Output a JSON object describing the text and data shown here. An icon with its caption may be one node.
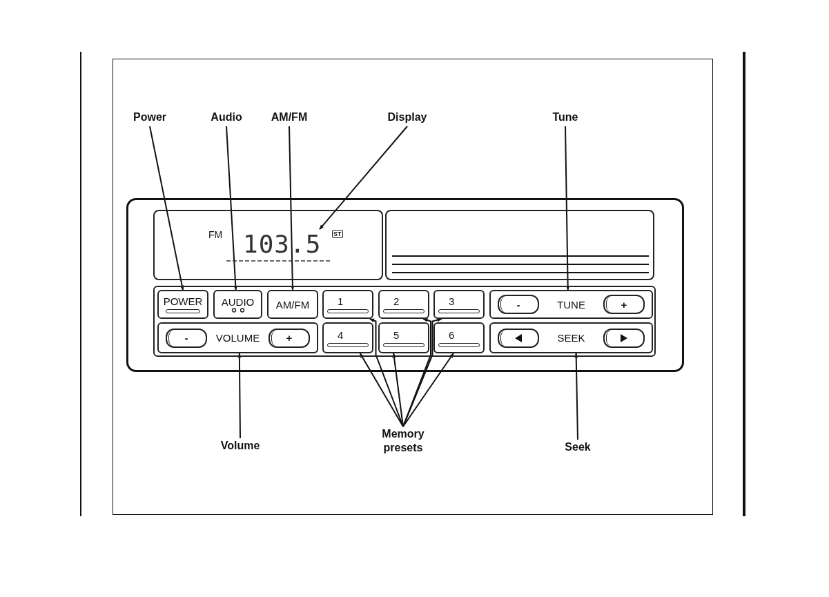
{
  "diagram": {
    "nodes": [
      {
        "text": [
          "Power"
        ]
      },
      {
        "text": [
          "Audio"
        ]
      },
      {
        "text": [
          "AM/FM"
        ]
      },
      {
        "text": [
          "Display"
        ]
      },
      {
        "text": [
          "Tune"
        ]
      },
      {
        "text": [],
        "shape": "box"
      },
      {
        "text": [
          "103.5"
        ],
        "in": 5
      },
      {
        "text": [
          "POWER"
        ],
        "in": 5
      },
      {
        "text": [
          "AUDIO"
        ],
        "in": 5
      },
      {
        "text": [
          "AM/FM"
        ],
        "in": 5
      },
      {
        "text": [
          "1"
        ],
        "in": 5
      },
      {
        "text": [
          "2"
        ],
        "in": 5
      },
      {
        "text": [
          "3"
        ],
        "in": 5
      },
      {
        "text": [
          "-",
          "TUNE",
          "+"
        ],
        "in": 5
      },
      {
        "text": [
          "-",
          "VOLUME",
          "+"
        ],
        "in": 5
      },
      {
        "text": [
          "4"
        ],
        "in": 5
      },
      {
        "text": [
          "5"
        ],
        "in": 5
      },
      {
        "text": [
          "6"
        ],
        "in": 5
      },
      {
        "text": [
          "SEEK"
        ],
        "in": 5
      },
      {
        "text": [
          "Volume"
        ]
      },
      {
        "text": [
          "Memory presets"
        ]
      },
      {
        "text": [
          "Seek"
        ]
      }
    ],
    "edges": [
      {
        "from": 0,
        "to": 7,
        "arrow": "to"
      },
      {
        "from": 1,
        "to": 8,
        "arrow": "to"
      },
      {
        "from": 2,
        "to": 9,
        "arrow": "to"
      },
      {
        "from": 3,
        "to": 6,
        "arrow": "to"
      },
      {
        "from": 4,
        "to": 13,
        "arrow": "to"
      },
      {
        "from": 19,
        "to": 14,
        "arrow": "to"
      },
      {
        "from": 20,
        "to": 15,
        "arrow": "to"
      },
      {
        "from": 20,
        "to": 10,
        "arrow": "to"
      },
      {
        "from": 20,
        "to": 16,
        "arrow": "to"
      },
      {
        "from": 20,
        "to": 11,
        "arrow": "to"
      },
      {
        "from": 20,
        "to": 12,
        "arrow": "to"
      },
      {
        "from": 20,
        "to": 17,
        "arrow": "to"
      },
      {
        "from": 21,
        "to": 18,
        "arrow": "to"
      }
    ],
    "labels": [
      "FM",
      "ST"
    ]
  }
}
